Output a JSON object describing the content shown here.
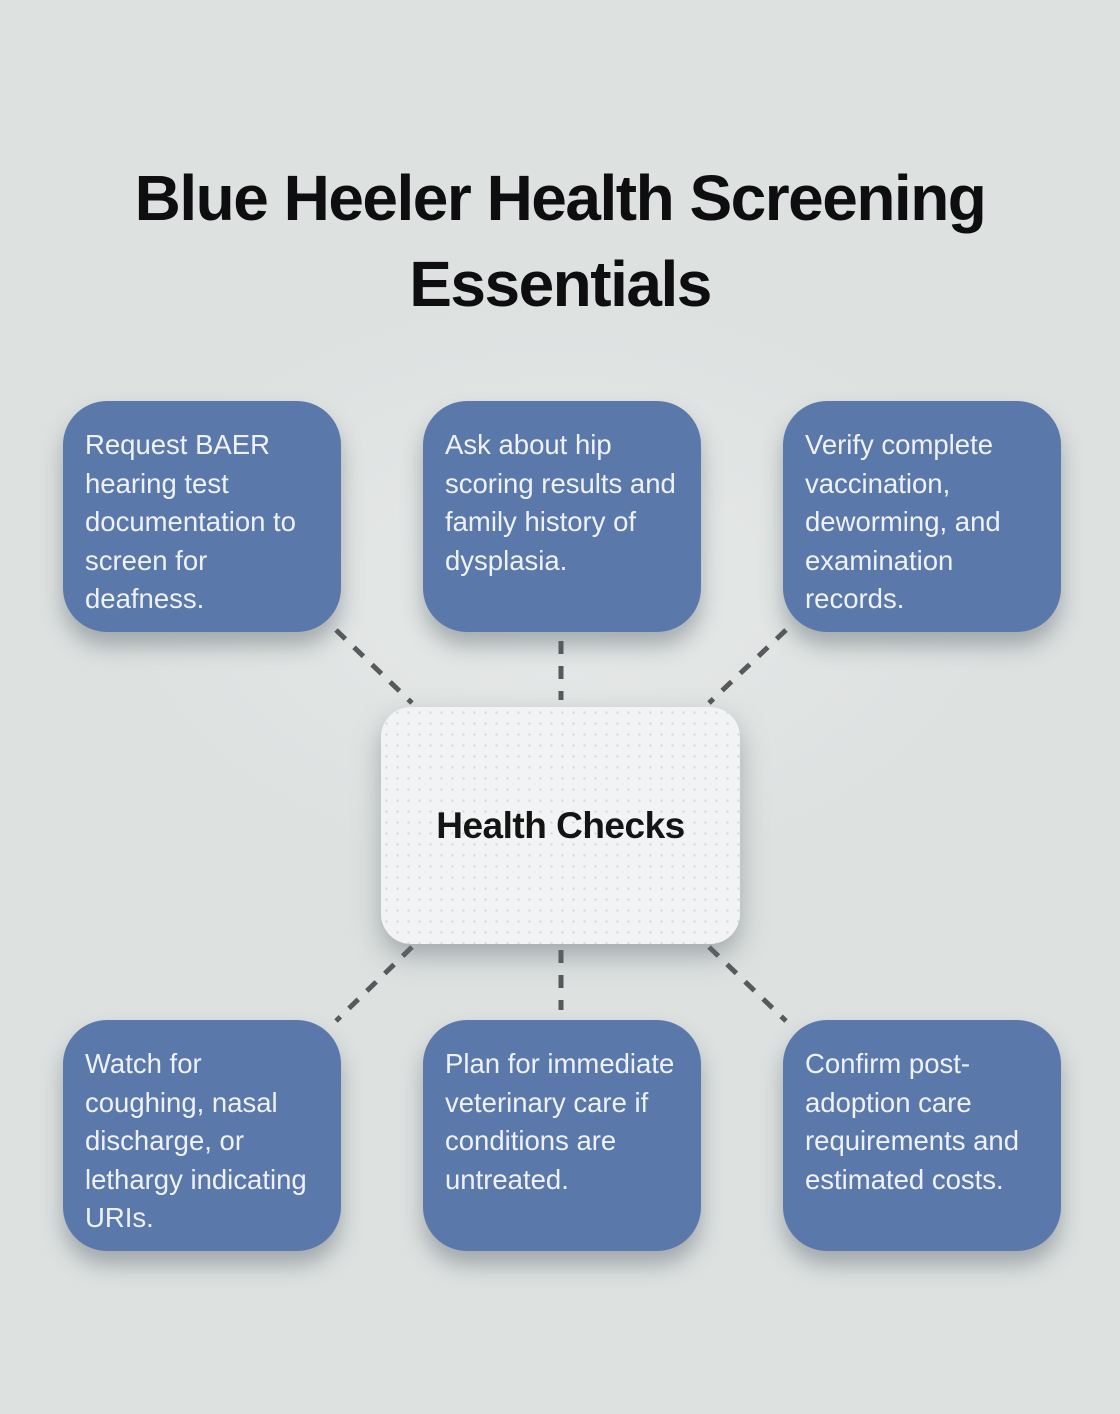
{
  "title": "Blue Heeler Health Screening Essentials",
  "center_node": {
    "label": "Health Checks"
  },
  "nodes": [
    {
      "position": "top-left",
      "text": "Request BAER hearing test documentation to screen for deafness."
    },
    {
      "position": "top-center",
      "text": "Ask about hip scoring results and family history of dysplasia."
    },
    {
      "position": "top-right",
      "text": "Verify complete vaccination, deworming, and examination records."
    },
    {
      "position": "bottom-left",
      "text": "Watch for coughing, nasal discharge, or lethargy indicating URIs."
    },
    {
      "position": "bottom-center",
      "text": "Plan for immediate veterinary care if conditions are untreated."
    },
    {
      "position": "bottom-right",
      "text": "Confirm post-adoption care requirements and estimated costs."
    }
  ],
  "colors": {
    "background": "#dde1e0",
    "node_fill": "#5b78ab",
    "node_text": "#eef2f6",
    "center_fill": "#f2f3f4",
    "center_text": "#141414",
    "title_text": "#0e0e10",
    "connector": "#565a5c"
  }
}
